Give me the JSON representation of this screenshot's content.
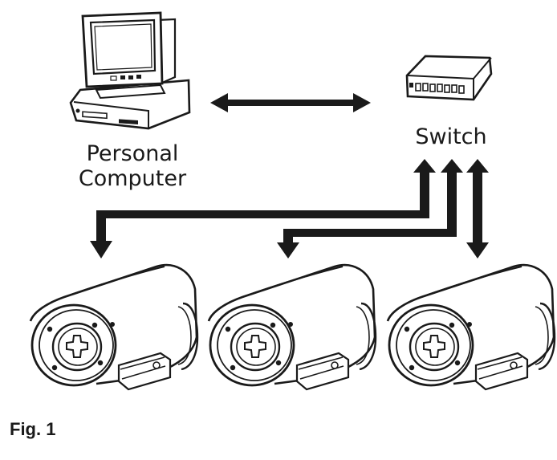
{
  "labels": {
    "personal_computer_line1": "Personal",
    "personal_computer_line2": "Computer",
    "switch": "Switch",
    "figure": "Fig. 1"
  },
  "colors": {
    "ink": "#1a1a1a",
    "background": "#ffffff"
  },
  "icons": {
    "computer": "desktop-computer-icon",
    "switch": "network-switch-icon",
    "camera": "housed-camera-icon"
  }
}
